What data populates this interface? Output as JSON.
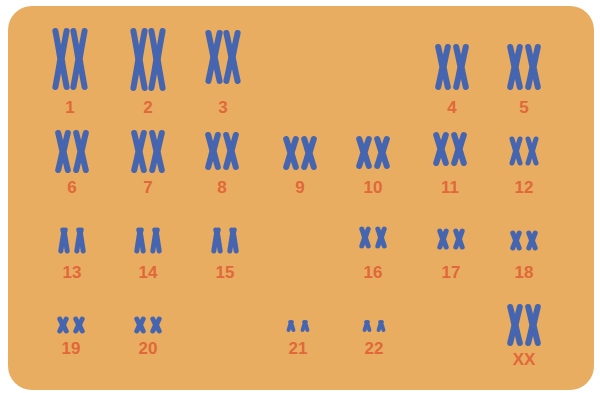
{
  "diagram": {
    "labels": [
      "1",
      "2",
      "3",
      "4",
      "5",
      "6",
      "7",
      "8",
      "9",
      "10",
      "11",
      "12",
      "13",
      "14",
      "15",
      "16",
      "17",
      "18",
      "19",
      "20",
      "21",
      "22",
      "XX"
    ]
  }
}
